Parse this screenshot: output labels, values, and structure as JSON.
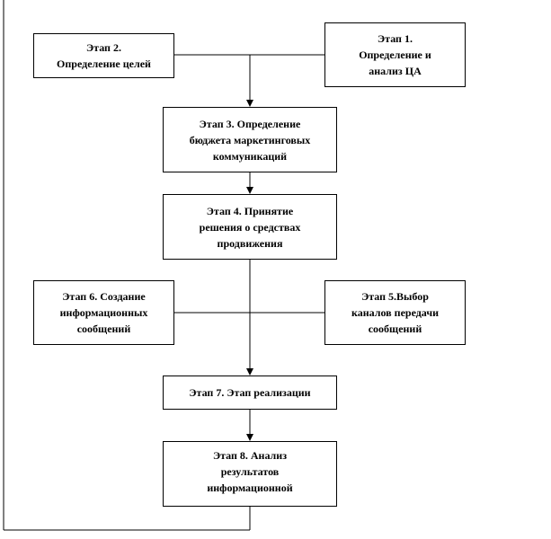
{
  "diagram": {
    "stages": {
      "stage1": "Этап 1.\nОпределение и\nанализ ЦА",
      "stage2": "Этап 2.\nОпределение целей",
      "stage3": "Этап 3. Определение\nбюджета маркетинговых\nкоммуникаций",
      "stage4": "Этап 4. Принятие\nрешения о средствах\nпродвижения",
      "stage5": "Этап 5.Выбор\nканалов передачи\nсообщений",
      "stage6": "Этап 6. Создание\nинформационных\nсообщений",
      "stage7": "Этап 7. Этап реализации",
      "stage8": "Этап 8. Анализ\nрезультатов\nинформационной"
    },
    "colors": {
      "line": "#000000",
      "box_border": "#000000",
      "background": "#ffffff"
    }
  }
}
